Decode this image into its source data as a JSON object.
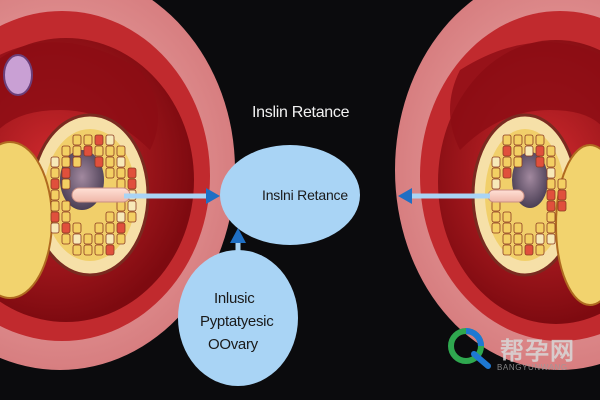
{
  "diagram": {
    "title": "Inslin Retance",
    "center_node": "Inslni Retance",
    "bottom_node_lines": [
      "Inlusic",
      "Pyрtatyesic",
      "OOvary"
    ],
    "connections": [
      {
        "from": "left-ovary-illustration",
        "to": "center-node"
      },
      {
        "from": "right-ovary-illustration",
        "to": "center-node"
      },
      {
        "from": "bottom-node",
        "to": "center-node"
      }
    ]
  },
  "watermark": {
    "text": "帮孕网",
    "subtext": "BANGYUNWANG"
  },
  "colors": {
    "background": "#0b0b0d",
    "node_fill": "#a9d4f5",
    "arrow": "#1f6fc4",
    "tissue_pink": "#e9a0a0",
    "tissue_red": "#b8141c",
    "follicle_yellow": "#f1cf6a",
    "watermark_green": "#2fa84f",
    "watermark_blue": "#1e78d2"
  }
}
